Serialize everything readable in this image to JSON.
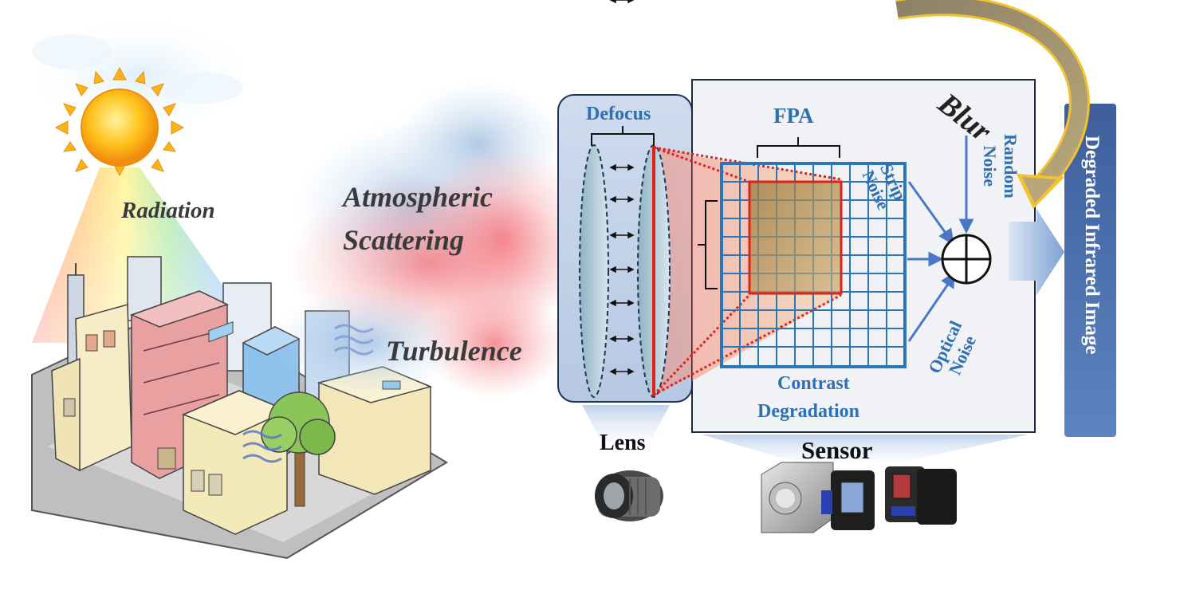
{
  "labels": {
    "radiation": "Radiation",
    "atmospheric": "Atmospheric",
    "scattering": "Scattering",
    "turbulence": "Turbulence",
    "defocus": "Defocus",
    "fpa": "FPA",
    "blur": "Blur",
    "strip_noise_1": "Strip",
    "strip_noise_2": "Noise",
    "random_noise_1": "Random",
    "random_noise_2": "Noise",
    "optical_noise_1": "Optical",
    "optical_noise_2": "Noise",
    "contrast_1": "Contrast",
    "contrast_2": "Degradation",
    "lens": "Lens",
    "sensor": "Sensor",
    "output": "Degraded Infrared Image"
  },
  "colors": {
    "text_blue": "#2e6fb5",
    "arrow_blue": "#4a78c8",
    "grid_blue": "#2a76b8",
    "red": "#e0201a",
    "output_bar": "#35609e",
    "blur_arrow": "#f2c230"
  },
  "icons": [
    "sun-icon",
    "city-illustration",
    "smoke-cloud",
    "lens-camera-icon",
    "sensor-camera-icons",
    "sum-circle-icon"
  ]
}
